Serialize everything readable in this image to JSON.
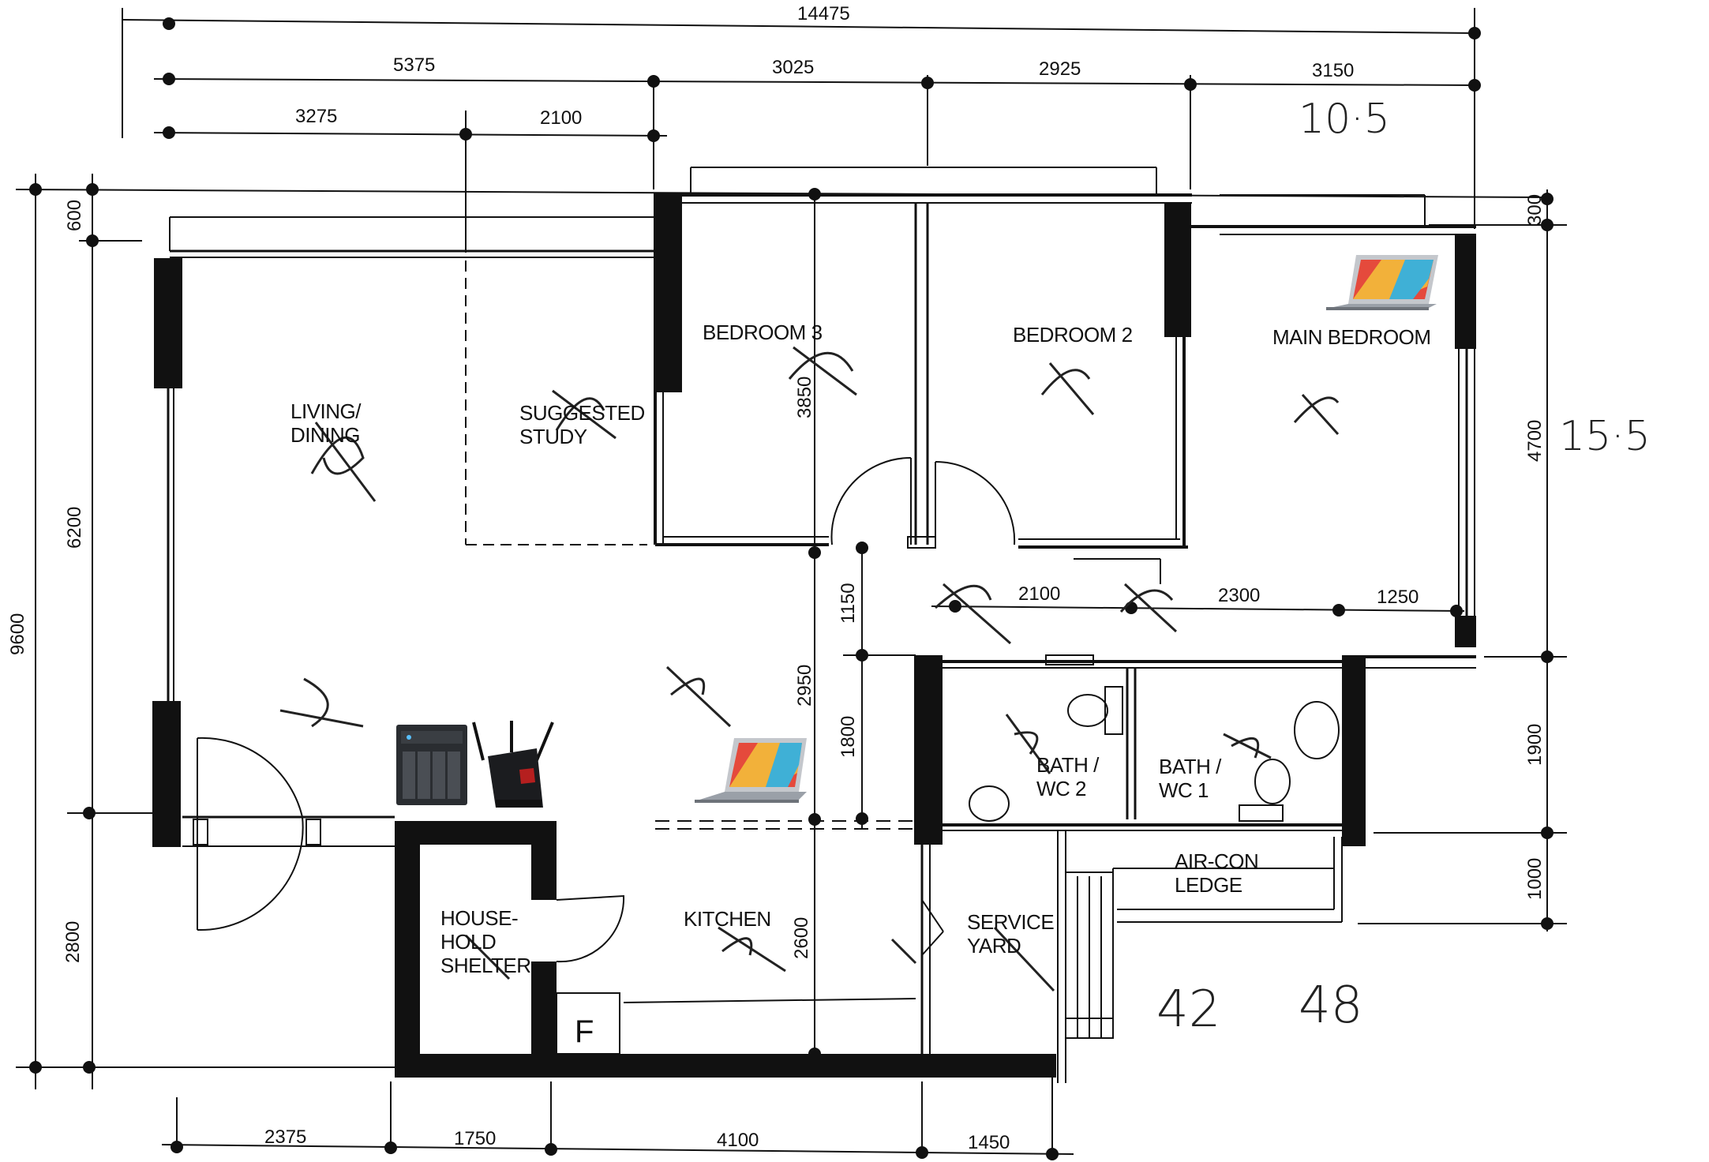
{
  "dimensions": {
    "top_total": "14475",
    "top_row": [
      "5375",
      "3025",
      "2925",
      "3150"
    ],
    "top_row2": [
      "3275",
      "2100"
    ],
    "left_outer": "9600",
    "left_inner": [
      "600",
      "6200",
      "2800"
    ],
    "right": [
      "300",
      "4700",
      "1900",
      "1000"
    ],
    "bottom": [
      "2375",
      "1750",
      "4100",
      "1450"
    ],
    "interior": {
      "bedroom3_depth": "3850",
      "corridor_1150": "1150",
      "corridor_1800": "1800",
      "kitchen_2950": "2950",
      "kitchen_2600": "2600",
      "bath_2100": "2100",
      "bath_2300": "2300",
      "bath_1250": "1250"
    }
  },
  "rooms": {
    "living": [
      "LIVING/",
      "DINING"
    ],
    "study": [
      "SUGGESTED",
      "STUDY"
    ],
    "bedroom3": "BEDROOM 3",
    "bedroom2": "BEDROOM 2",
    "main_bedroom": "MAIN BEDROOM",
    "bath2": [
      "BATH /",
      "WC 2"
    ],
    "bath1": [
      "BATH /",
      "WC 1"
    ],
    "aircon": [
      "AIR-CON",
      "LEDGE"
    ],
    "shelter": [
      "HOUSE-",
      "HOLD",
      "SHELTER"
    ],
    "kitchen": "KITCHEN",
    "service_yard": [
      "SERVICE",
      "YARD"
    ],
    "fridge": "F"
  },
  "handwritten": {
    "top_right": "10·5",
    "right": "15·5",
    "bottom_a": "42",
    "bottom_b": "48"
  },
  "devices": {
    "laptop_main_bedroom": "laptop-icon",
    "laptop_living": "laptop-icon",
    "nas": "nas-icon",
    "router": "router-icon"
  }
}
